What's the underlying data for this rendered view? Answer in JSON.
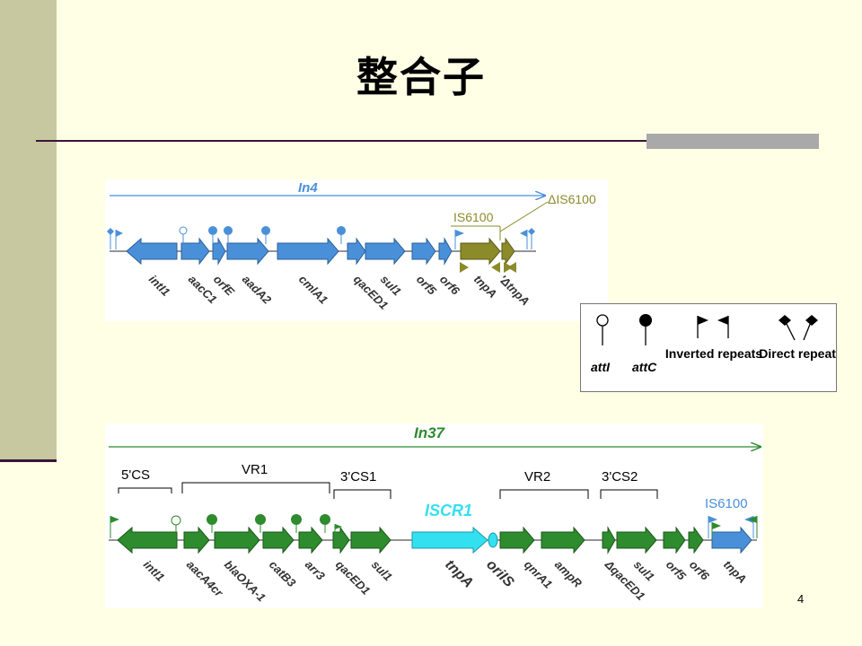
{
  "slide": {
    "title": "整合子",
    "page_number": "4"
  },
  "in4": {
    "name": "In4",
    "is_label": "IS6100",
    "delta_is_label": "ΔIS6100",
    "genes": [
      "intI1",
      "aacC1",
      "orfE",
      "aadA2",
      "cmlA1",
      "qacED1",
      "sul1",
      "orf5",
      "orf6",
      "tnpA",
      "'ΔtnpA"
    ]
  },
  "in37": {
    "name": "In37",
    "regions": [
      "5'CS",
      "VR1",
      "3'CS1",
      "VR2",
      "3'CS2"
    ],
    "iscr_label": "ISCR1",
    "is_label": "IS6100",
    "genes": [
      "intI1",
      "aacA4cr",
      "blaOXA-1",
      "catB3",
      "arr3",
      "qacED1",
      "sul1",
      "tnpA",
      "oriIS",
      "qnrA1",
      "ampR",
      "ΔqacED1",
      "sul1",
      "orf5",
      "orf6",
      "tnpA"
    ]
  },
  "legend": {
    "items": [
      "attI",
      "attC",
      "Inverted repeats",
      "Direct repeats"
    ]
  },
  "colors": {
    "blue_gene": "#4A90D9",
    "olive_gene": "#8B8B2A",
    "green_gene": "#2E8B2E",
    "cyan_gene": "#33E0F0",
    "accent_rule": "#3C1438"
  }
}
